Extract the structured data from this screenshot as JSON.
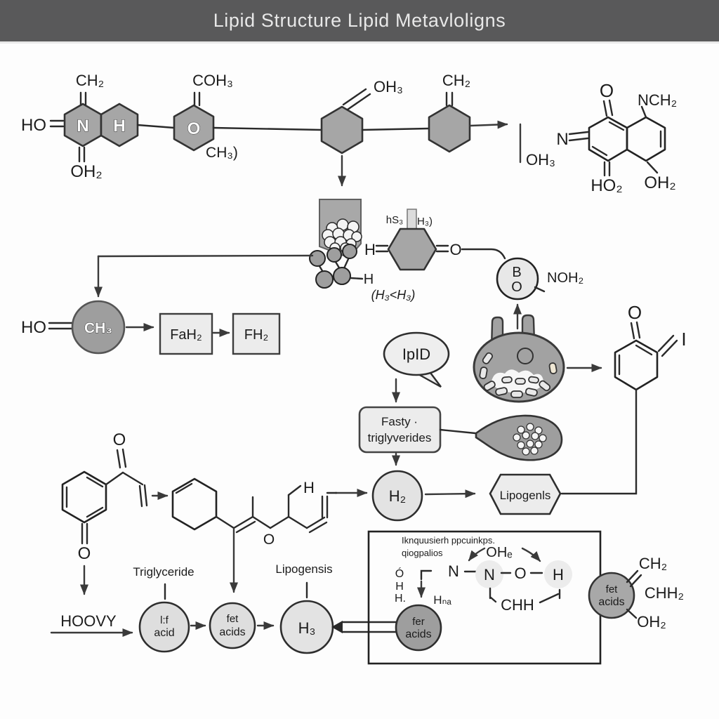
{
  "title": {
    "text": "Lipid Structure Lipid Metavloligns"
  },
  "colors": {
    "title_bar": "#59595a",
    "hex_fill": "#a6a6a6",
    "outline": "#222222",
    "box_fill": "#ececec",
    "circle_light": "#e3e3e3",
    "circle_dark": "#9e9e9e",
    "page": "#fdfdfd"
  },
  "topLeft": {
    "ch2": "CH₂",
    "ho": "HO",
    "oh2": "OH₂",
    "n": "N",
    "h": "H",
    "o": "O",
    "coh3": "COH₃",
    "ch3": "CH₃)"
  },
  "topMid": {
    "oh3a": "OH₃",
    "ch2": "CH₂",
    "oh3b": "OH₃"
  },
  "quinone": {
    "o": "O",
    "nch2": "NCH₂",
    "n": "N",
    "ho2": "HO₂",
    "oh2": "OH₂"
  },
  "micelle": {
    "h": "H",
    "caption": "(H₃<H₃)"
  },
  "sugarHex": {
    "left": "hS₃",
    "right": "H₃)",
    "h": "H",
    "o": "O"
  },
  "boCircle": {
    "b": "B",
    "o": "O",
    "side": "NOH₂"
  },
  "fattyRow": {
    "ho": "HO",
    "ch3": "CH₃",
    "box1": "FaH₂",
    "box2": "FH₂"
  },
  "bubble": {
    "label": "IpID"
  },
  "fattyBox": {
    "line1": "Fasty ·",
    "line2": "triglyverides"
  },
  "enone": {
    "o": "O",
    "i": "I"
  },
  "h2Circle": {
    "label": "H₂"
  },
  "lipoHex": {
    "label": "Lipogenls"
  },
  "benzene": {
    "oTop": "O",
    "oBottom": "O"
  },
  "chain": {
    "o": "O",
    "h": "H"
  },
  "rowLabels": {
    "triglyceride": "Triglyceride",
    "lipogensis": "Lipogensis",
    "hoovy": "HOOVY"
  },
  "circles": {
    "c1a": "l:f",
    "c1b": "acid",
    "c2a": "fet",
    "c2b": "acids",
    "c3": "H₃"
  },
  "reactionBox": {
    "t1": "Iknquusierh ppcuinkps.",
    "t2": "qiogpalios",
    "oh": "OHₑ",
    "o": "Ó",
    "h1": "H",
    "h2": "H.",
    "n": "N",
    "hna": "Hₙₐ",
    "nNode": "N",
    "oNode": "O",
    "hNode": "H",
    "chh": "CHH",
    "fer1": "fer",
    "fer2": "acids"
  },
  "rightCircle": {
    "l1": "fet",
    "l2": "acids",
    "ch2": "CH₂",
    "chh2": "CHH₂",
    "oh2": "OH₂"
  }
}
